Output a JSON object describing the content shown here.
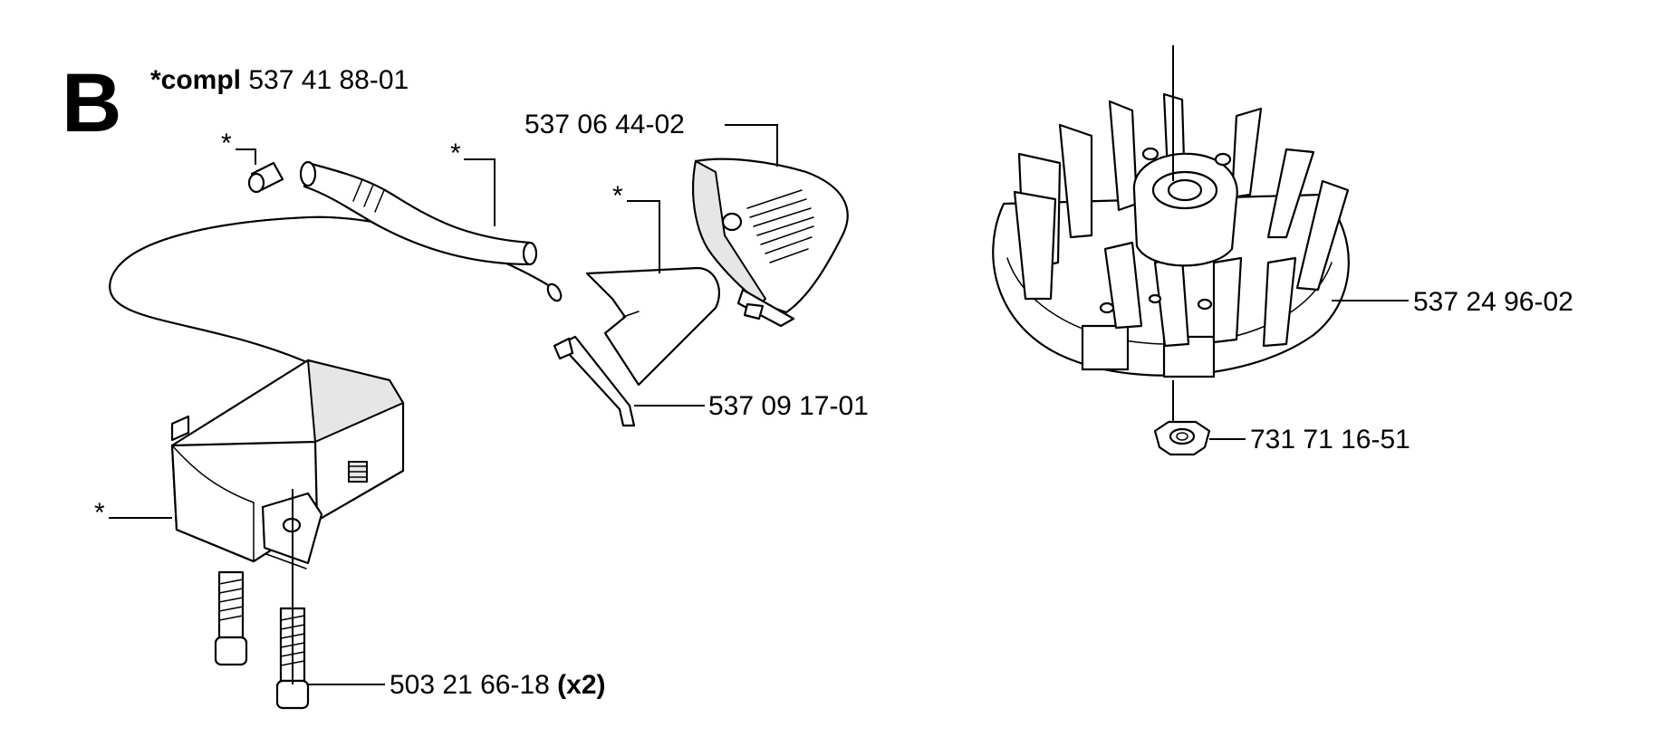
{
  "section_letter": "B",
  "kit": {
    "prefix": "*compl",
    "number": "537 41 88-01"
  },
  "asterisk": "*",
  "parts": {
    "cover": "537 06 44-02",
    "bracket": "537 09 17-01",
    "flywheel": "537 24 96-02",
    "nut": "731 71 16-51",
    "screw": "503 21 66-18",
    "screw_qty": "(x2)"
  },
  "colors": {
    "ink": "#000000",
    "paper": "#ffffff",
    "shade": "#e6e6e6"
  }
}
